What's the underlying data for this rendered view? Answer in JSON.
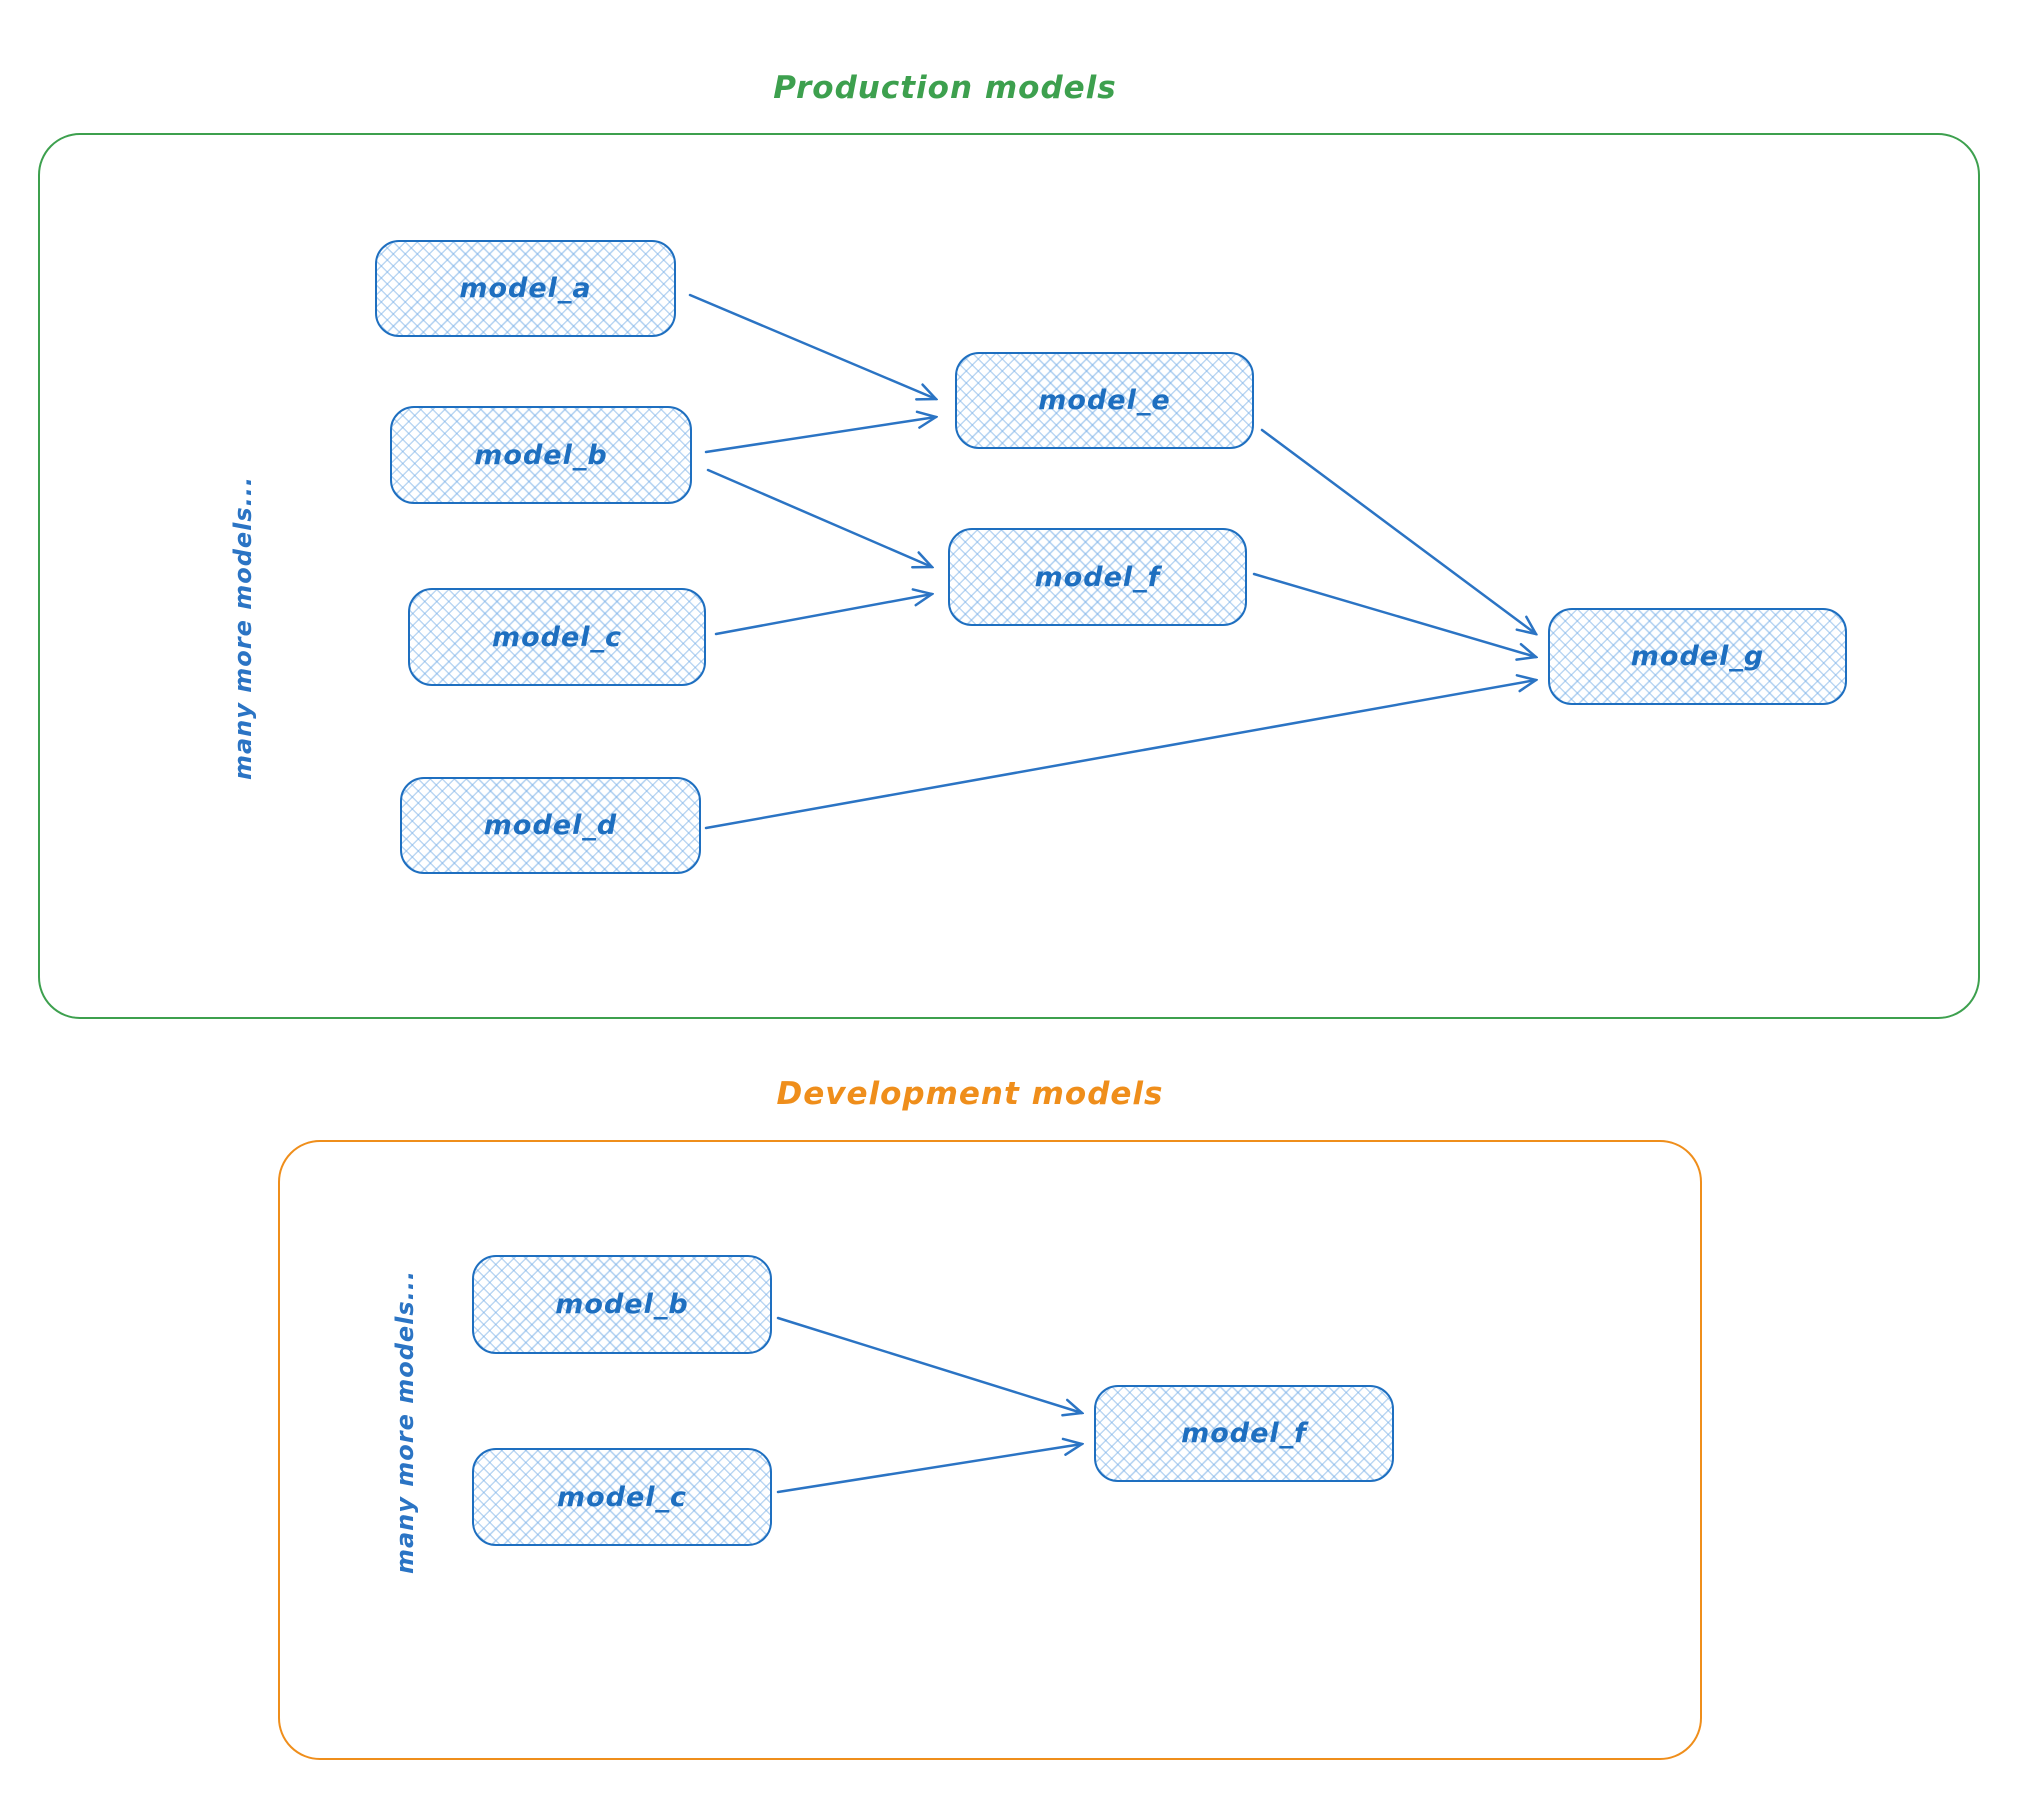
{
  "production": {
    "title": "Production models",
    "side_label": "many more models...",
    "nodes": [
      {
        "id": "model_a",
        "label": "model_a"
      },
      {
        "id": "model_b",
        "label": "model_b"
      },
      {
        "id": "model_c",
        "label": "model_c"
      },
      {
        "id": "model_d",
        "label": "model_d"
      },
      {
        "id": "model_e",
        "label": "model_e"
      },
      {
        "id": "model_f",
        "label": "model_f"
      },
      {
        "id": "model_g",
        "label": "model_g"
      }
    ],
    "edges": [
      {
        "from": "model_a",
        "to": "model_e"
      },
      {
        "from": "model_b",
        "to": "model_e"
      },
      {
        "from": "model_b",
        "to": "model_f"
      },
      {
        "from": "model_c",
        "to": "model_f"
      },
      {
        "from": "model_e",
        "to": "model_g"
      },
      {
        "from": "model_f",
        "to": "model_g"
      },
      {
        "from": "model_d",
        "to": "model_g"
      }
    ]
  },
  "development": {
    "title": "Development models",
    "side_label": "many more models...",
    "nodes": [
      {
        "id": "model_b",
        "label": "model_b"
      },
      {
        "id": "model_c",
        "label": "model_c"
      },
      {
        "id": "model_f",
        "label": "model_f"
      }
    ],
    "edges": [
      {
        "from": "model_b",
        "to": "model_f"
      },
      {
        "from": "model_c",
        "to": "model_f"
      }
    ]
  },
  "colors": {
    "node_stroke": "#1e6fc0",
    "node_fill_hatch": "#a8cdf0",
    "edge_stroke": "#2b74c4",
    "production_accent": "#3da04e",
    "development_accent": "#ef8e1b"
  }
}
